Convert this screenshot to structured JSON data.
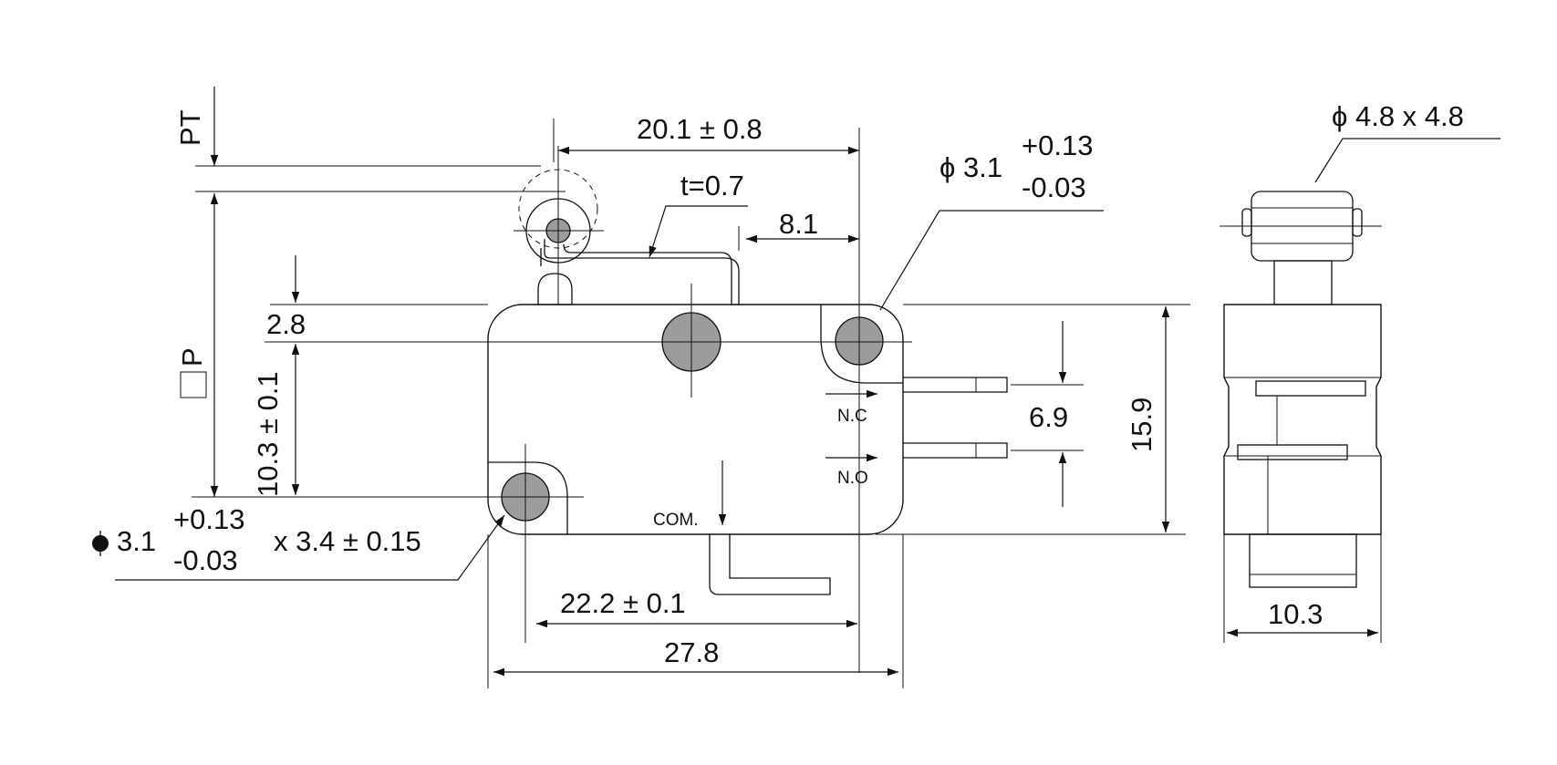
{
  "labels": {
    "pt": "PT",
    "p": "P",
    "width_top": "20.1 ± 0.8",
    "thickness": "t=0.7",
    "offset": "8.1",
    "upper_gap": "2.8",
    "hole_height": "10.3 ± 0.1",
    "hole_dia_small": "3.1",
    "hole_dia_small_tol_plus": "+0.13",
    "hole_dia_small_tol_minus": "-0.03",
    "hole_slot": "x 3.4 ± 0.15",
    "hole_dia_right_prefix": "ϕ 3.1",
    "hole_dia_right_tol_plus": "+0.13",
    "hole_dia_right_tol_minus": "-0.03",
    "roller": "ϕ 4.8 x 4.8",
    "terminal_pitch": "6.9",
    "height": "15.9",
    "nc": "N.C",
    "no": "N.O",
    "com": "COM.",
    "hole_pitch": "22.2 ± 0.1",
    "length": "27.8",
    "side_width": "10.3"
  },
  "colors": {
    "line": "#111111",
    "hole_fill": "#9c9c9c",
    "background": "#ffffff"
  }
}
